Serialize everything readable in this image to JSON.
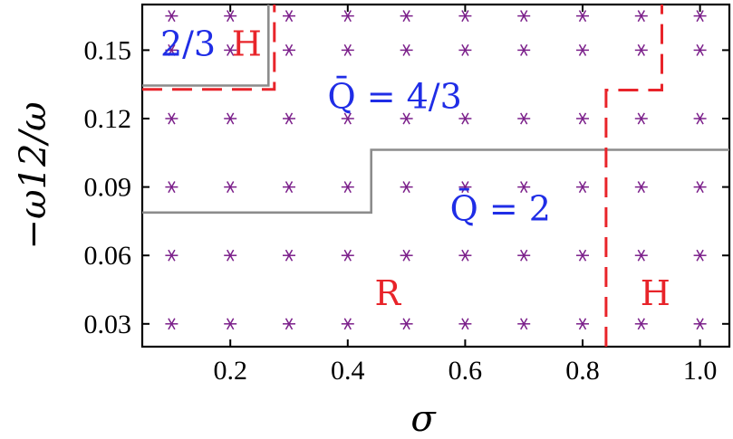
{
  "chart_data": {
    "type": "scatter",
    "xlabel": "σ",
    "ylabel": "−ω12/ω",
    "xlim": [
      0.05,
      1.05
    ],
    "ylim": [
      0.02,
      0.17
    ],
    "x_ticks": [
      0.2,
      0.4,
      0.6,
      0.8,
      1.0
    ],
    "x_tick_labels": [
      "0.2",
      "0.4",
      "0.6",
      "0.8",
      "1.0"
    ],
    "y_ticks": [
      0.03,
      0.06,
      0.09,
      0.12,
      0.15
    ],
    "y_tick_labels": [
      "0.03",
      "0.06",
      "0.09",
      "0.12",
      "0.15"
    ],
    "grid": false,
    "points": {
      "marker": "asterisk",
      "color": "#7b1f8a",
      "x": [
        0.1,
        0.2,
        0.3,
        0.4,
        0.5,
        0.6,
        0.7,
        0.8,
        0.9,
        1.0
      ],
      "y": [
        0.03,
        0.06,
        0.09,
        0.12,
        0.15,
        0.165
      ]
    },
    "boundaries": [
      {
        "name": "Q-bar boundary",
        "style": "solid",
        "color": "#8c8c8c",
        "x": [
          0.05,
          0.44,
          0.44,
          1.05
        ],
        "y": [
          0.0788,
          0.0788,
          0.1063,
          0.1063
        ]
      },
      {
        "name": "Q-bar boundary upper-left",
        "style": "solid",
        "color": "#8c8c8c",
        "x": [
          0.05,
          0.265,
          0.265
        ],
        "y": [
          0.1345,
          0.1345,
          0.17
        ]
      },
      {
        "name": "H boundary upper-left",
        "style": "dashed",
        "color": "#e8242a",
        "x": [
          0.05,
          0.275,
          0.275
        ],
        "y": [
          0.1328,
          0.1328,
          0.17
        ]
      },
      {
        "name": "H boundary right",
        "style": "dashed",
        "color": "#e8242a",
        "x": [
          0.84,
          0.84,
          0.875,
          0.935,
          0.935
        ],
        "y": [
          0.02,
          0.1325,
          0.1325,
          0.1325,
          0.17
        ]
      }
    ],
    "annotations": [
      {
        "text": "2/3",
        "color": "#1f2de6",
        "x": 0.128,
        "y": 0.1475
      },
      {
        "text": "H",
        "color": "#e8242a",
        "x": 0.228,
        "y": 0.1475
      },
      {
        "text": "Q̄ = 4/3",
        "color": "#1f2de6",
        "x": 0.48,
        "y": 0.1245
      },
      {
        "text": "Q̄ = 2",
        "color": "#1f2de6",
        "x": 0.66,
        "y": 0.0753
      },
      {
        "text": "R",
        "color": "#e8242a",
        "x": 0.468,
        "y": 0.0383
      },
      {
        "text": "H",
        "color": "#e8242a",
        "x": 0.924,
        "y": 0.0383
      }
    ]
  }
}
